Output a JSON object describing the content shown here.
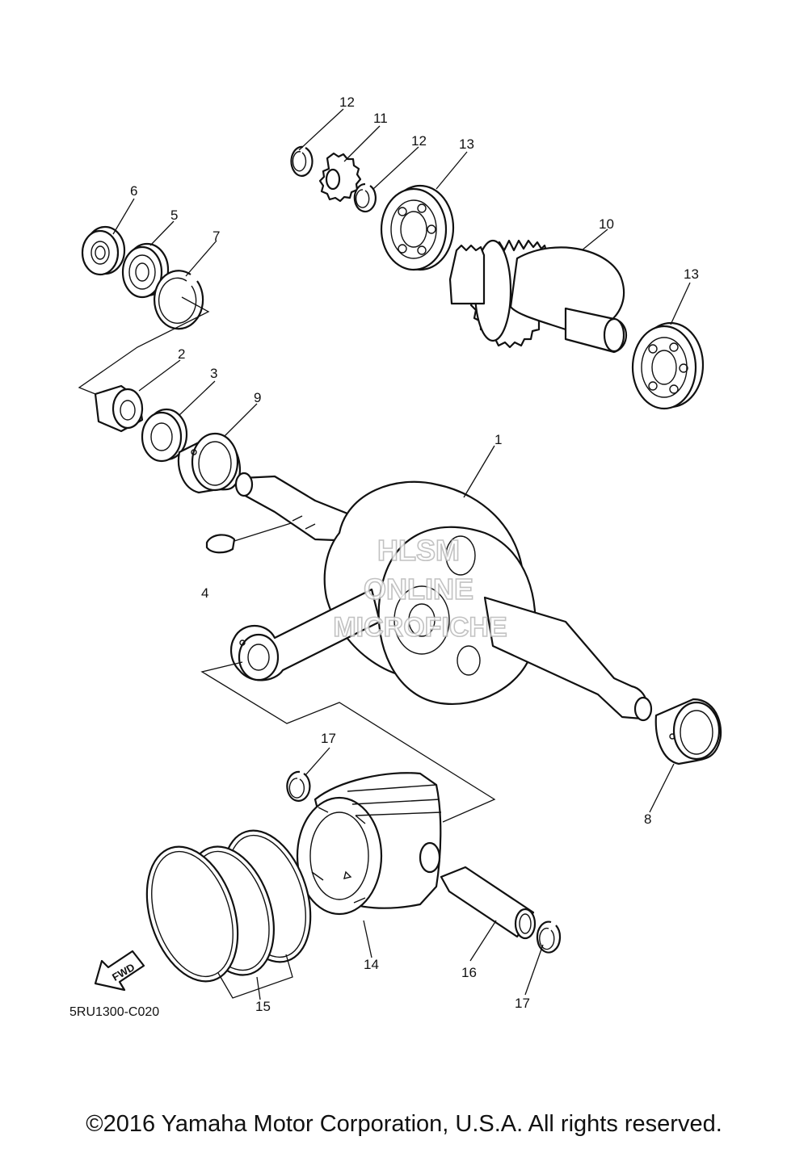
{
  "callouts": {
    "c1": "1",
    "c2": "2",
    "c3": "3",
    "c4": "4",
    "c5": "5",
    "c6": "6",
    "c7": "7",
    "c8": "8",
    "c9": "9",
    "c10": "10",
    "c11": "11",
    "c12a": "12",
    "c12b": "12",
    "c13a": "13",
    "c13b": "13",
    "c14": "14",
    "c15": "15",
    "c16": "16",
    "c17a": "17",
    "c17b": "17"
  },
  "diagram_code": "5RU1300-C020",
  "fwd_label": "FWD",
  "watermark": {
    "line1": "HLSM",
    "line2": "ONLINE",
    "line3": "MICROFICHE"
  },
  "copyright": "©2016 Yamaha Motor Corporation, U.S.A. All rights reserved."
}
